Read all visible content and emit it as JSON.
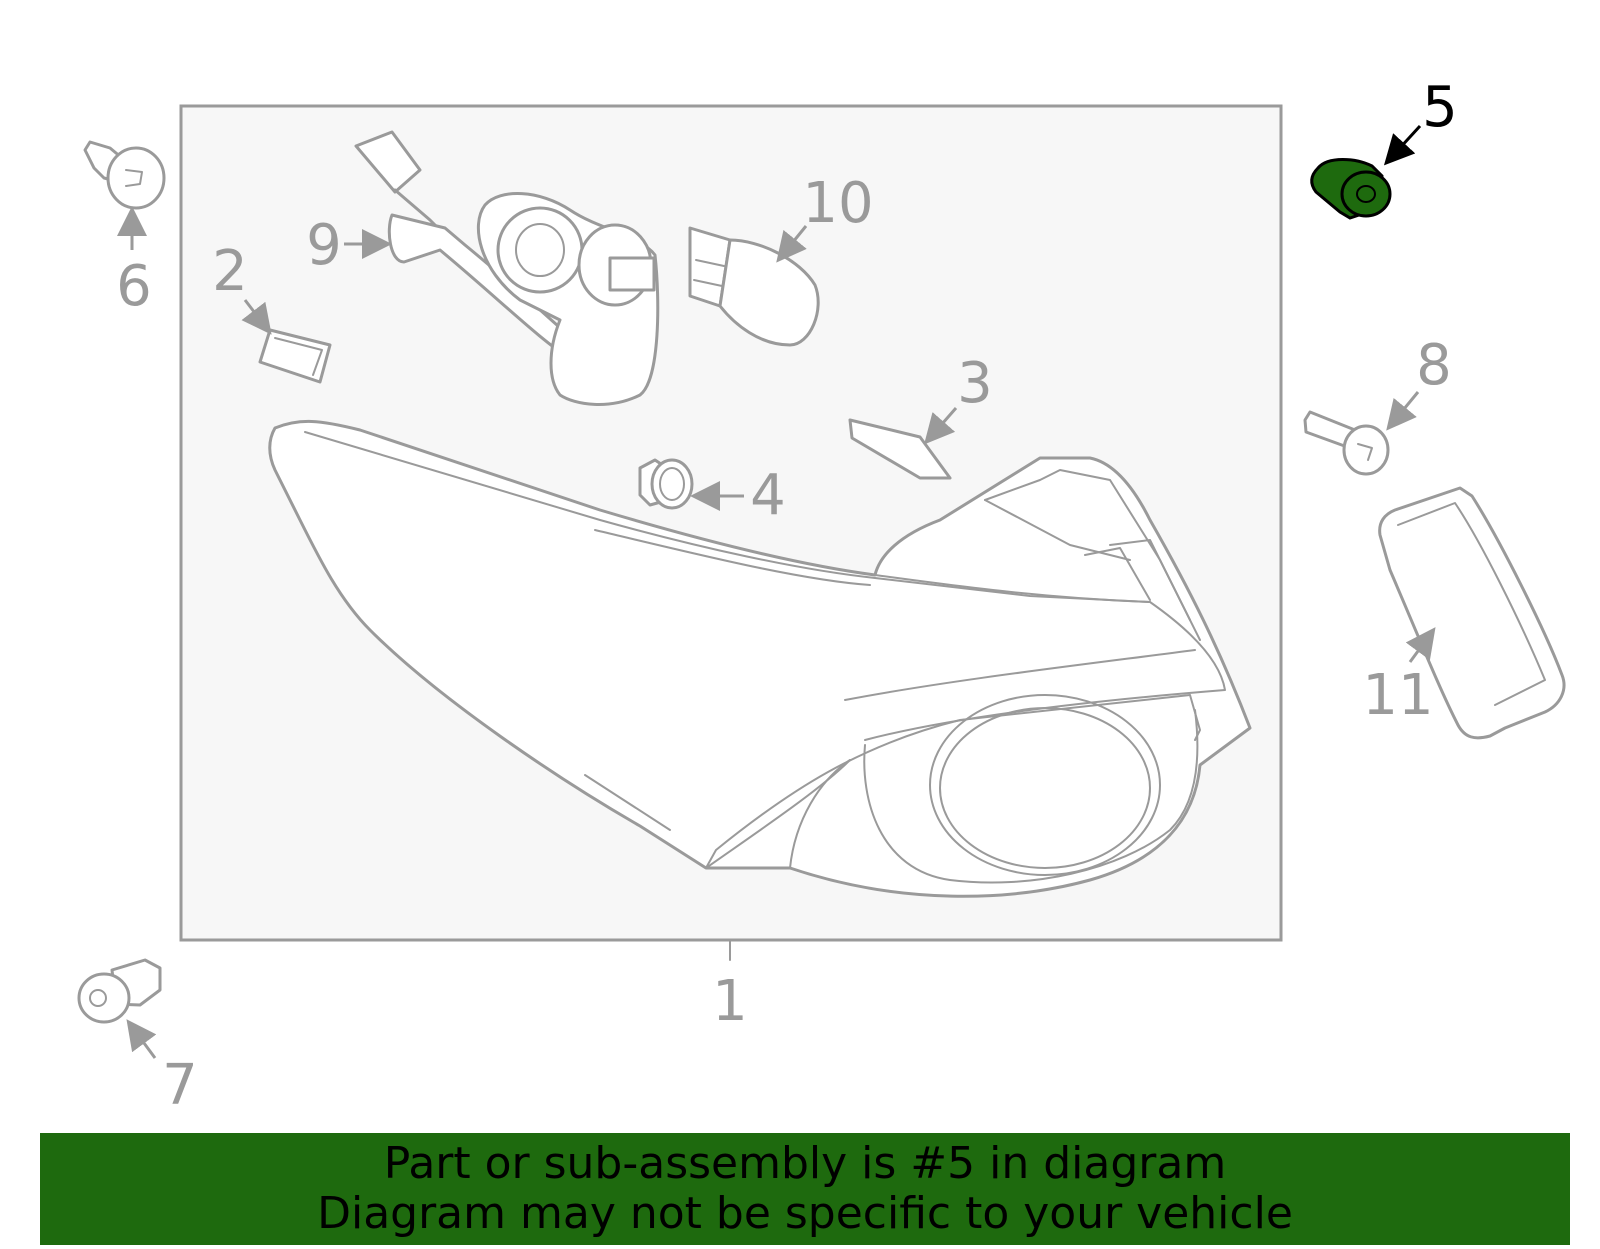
{
  "diagram": {
    "callouts": [
      {
        "id": "1",
        "label": "1"
      },
      {
        "id": "2",
        "label": "2"
      },
      {
        "id": "3",
        "label": "3"
      },
      {
        "id": "4",
        "label": "4"
      },
      {
        "id": "5",
        "label": "5",
        "highlighted": true
      },
      {
        "id": "6",
        "label": "6"
      },
      {
        "id": "7",
        "label": "7"
      },
      {
        "id": "8",
        "label": "8"
      },
      {
        "id": "9",
        "label": "9"
      },
      {
        "id": "10",
        "label": "10"
      },
      {
        "id": "11",
        "label": "11"
      }
    ],
    "highlight_color": "#1e6a0e",
    "line_color": "#9a9a9a"
  },
  "banner": {
    "line1": "Part or sub-assembly is #5 in diagram",
    "line2": "Diagram may not be specific to your vehicle",
    "background": "#1e6a0e"
  }
}
